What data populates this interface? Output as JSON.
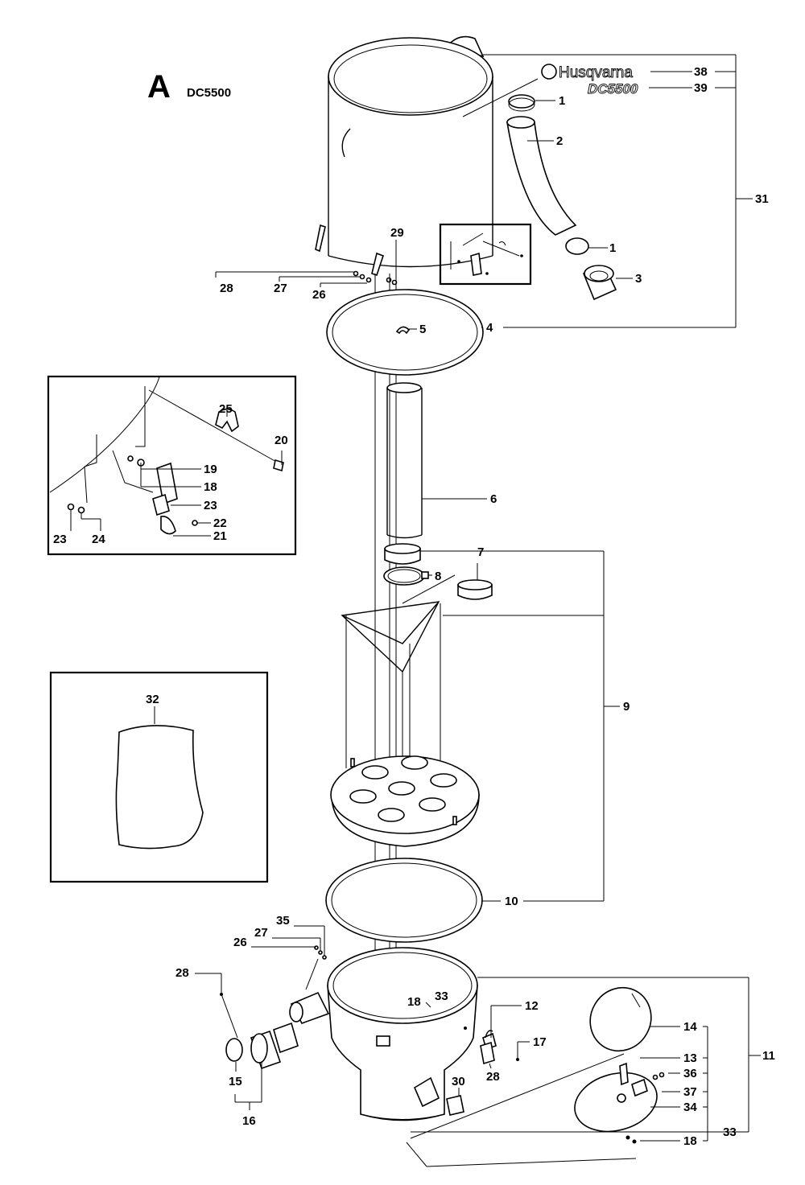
{
  "header": {
    "section_letter": "A",
    "model": "DC5500"
  },
  "branding": {
    "brand_name": "Husqvarna",
    "model_decal": "DC5500"
  },
  "callouts": [
    {
      "id": "c1a",
      "text": "1"
    },
    {
      "id": "c1b",
      "text": "1"
    },
    {
      "id": "c2",
      "text": "2"
    },
    {
      "id": "c3",
      "text": "3"
    },
    {
      "id": "c4",
      "text": "4"
    },
    {
      "id": "c5",
      "text": "5"
    },
    {
      "id": "c6",
      "text": "6"
    },
    {
      "id": "c7",
      "text": "7"
    },
    {
      "id": "c8",
      "text": "8"
    },
    {
      "id": "c9",
      "text": "9"
    },
    {
      "id": "c10",
      "text": "10"
    },
    {
      "id": "c11",
      "text": "11"
    },
    {
      "id": "c12",
      "text": "12"
    },
    {
      "id": "c13",
      "text": "13"
    },
    {
      "id": "c14",
      "text": "14"
    },
    {
      "id": "c15",
      "text": "15"
    },
    {
      "id": "c16",
      "text": "16"
    },
    {
      "id": "c17",
      "text": "17"
    },
    {
      "id": "c18a",
      "text": "18"
    },
    {
      "id": "c18b",
      "text": "18"
    },
    {
      "id": "c18c",
      "text": "18"
    },
    {
      "id": "c19",
      "text": "19"
    },
    {
      "id": "c20",
      "text": "20"
    },
    {
      "id": "c21",
      "text": "21"
    },
    {
      "id": "c22",
      "text": "22"
    },
    {
      "id": "c23a",
      "text": "23"
    },
    {
      "id": "c23b",
      "text": "23"
    },
    {
      "id": "c24",
      "text": "24"
    },
    {
      "id": "c25",
      "text": "25"
    },
    {
      "id": "c26a",
      "text": "26"
    },
    {
      "id": "c26b",
      "text": "26"
    },
    {
      "id": "c27a",
      "text": "27"
    },
    {
      "id": "c27b",
      "text": "27"
    },
    {
      "id": "c28a",
      "text": "28"
    },
    {
      "id": "c28b",
      "text": "28"
    },
    {
      "id": "c28c",
      "text": "28"
    },
    {
      "id": "c29",
      "text": "29"
    },
    {
      "id": "c30",
      "text": "30"
    },
    {
      "id": "c31",
      "text": "31"
    },
    {
      "id": "c32",
      "text": "32"
    },
    {
      "id": "c33a",
      "text": "33"
    },
    {
      "id": "c33b",
      "text": "33"
    },
    {
      "id": "c34",
      "text": "34"
    },
    {
      "id": "c35",
      "text": "35"
    },
    {
      "id": "c36",
      "text": "36"
    },
    {
      "id": "c37",
      "text": "37"
    },
    {
      "id": "c38",
      "text": "38"
    },
    {
      "id": "c39",
      "text": "39"
    }
  ]
}
